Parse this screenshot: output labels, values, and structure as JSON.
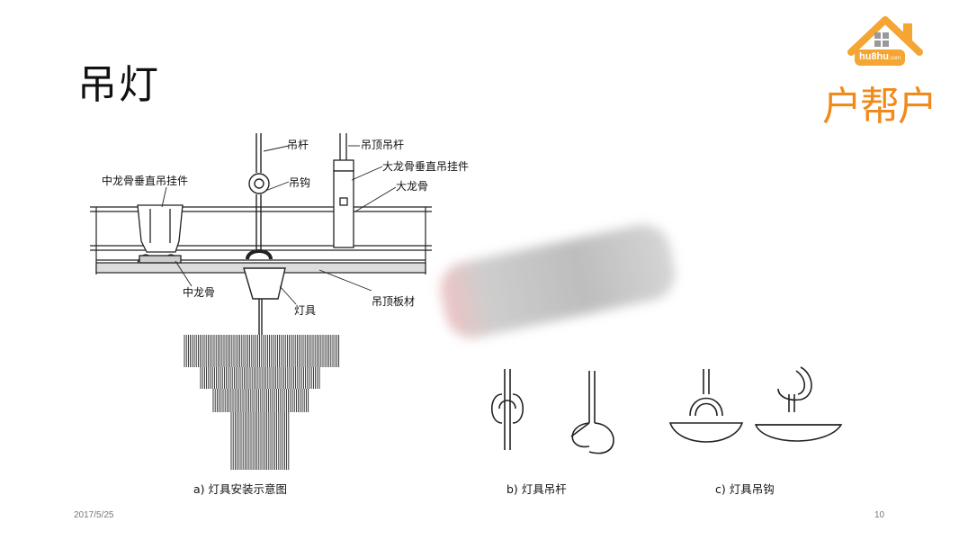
{
  "slide": {
    "title": "吊灯",
    "date": "2017/5/25",
    "page_number": "10"
  },
  "logo": {
    "url_text": "hu8hu",
    "url_suffix": ".com",
    "brand_name": "户帮户"
  },
  "figure_a": {
    "labels": {
      "suspension_rod": "吊杆",
      "ceiling_rod": "吊顶吊杆",
      "main_keel_hanger": "大龙骨垂直吊挂件",
      "mid_keel_hanger": "中龙骨垂直吊挂件",
      "hook": "吊钩",
      "main_keel": "大龙骨",
      "mid_keel": "中龙骨",
      "ceiling_board": "吊顶板材",
      "lamp": "灯具"
    },
    "caption": "a)  灯具安装示意图"
  },
  "figure_b": {
    "caption": "b)  灯具吊杆"
  },
  "figure_c": {
    "caption": "c)  灯具吊钩"
  },
  "colors": {
    "logo_orange": "#f08a1c",
    "logo_yellow": "#f4a532"
  }
}
